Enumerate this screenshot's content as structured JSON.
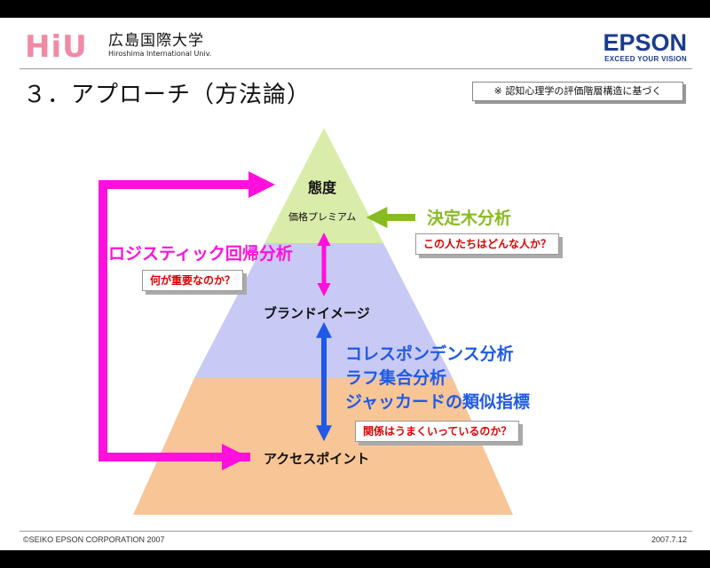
{
  "header": {
    "logo_text": "HiU",
    "university_jp": "広島国際大学",
    "university_en": "Hiroshima International Univ.",
    "brand": "EPSON",
    "brand_tagline": "EXCEED YOUR VISION"
  },
  "title": "３．アプローチ（方法論）",
  "note": "※ 認知心理学の評価階層構造に基づく",
  "pyramid": {
    "top": "態度",
    "premium": "価格プレミアム",
    "middle": "ブランドイメージ",
    "bottom": "アクセスポイント"
  },
  "methods": {
    "decision_tree": "決定木分析",
    "logistic": "ロジスティック回帰分析",
    "correspondence": "コレスポンデンス分析",
    "rough_set": "ラフ集合分析",
    "jaccard": "ジャッカードの類似指標"
  },
  "questions": {
    "q1": "この人たちはどんな人か？",
    "q2": "何が重要なのか？",
    "q3": "関係はうまくいっているのか？"
  },
  "colors": {
    "top_tier": "#d9ecaa",
    "middle_tier": "#c9c9f5",
    "bottom_tier": "#f7c596",
    "magenta": "#ff10dc",
    "green": "#88bb22",
    "blue": "#1f5ae6",
    "brand_blue": "#1b3b8c",
    "logo_pink": "#f08aa5",
    "question_red": "#e00000"
  },
  "footer": {
    "copyright": "©SEIKO EPSON CORPORATION 2007",
    "date": "2007.7.12"
  }
}
